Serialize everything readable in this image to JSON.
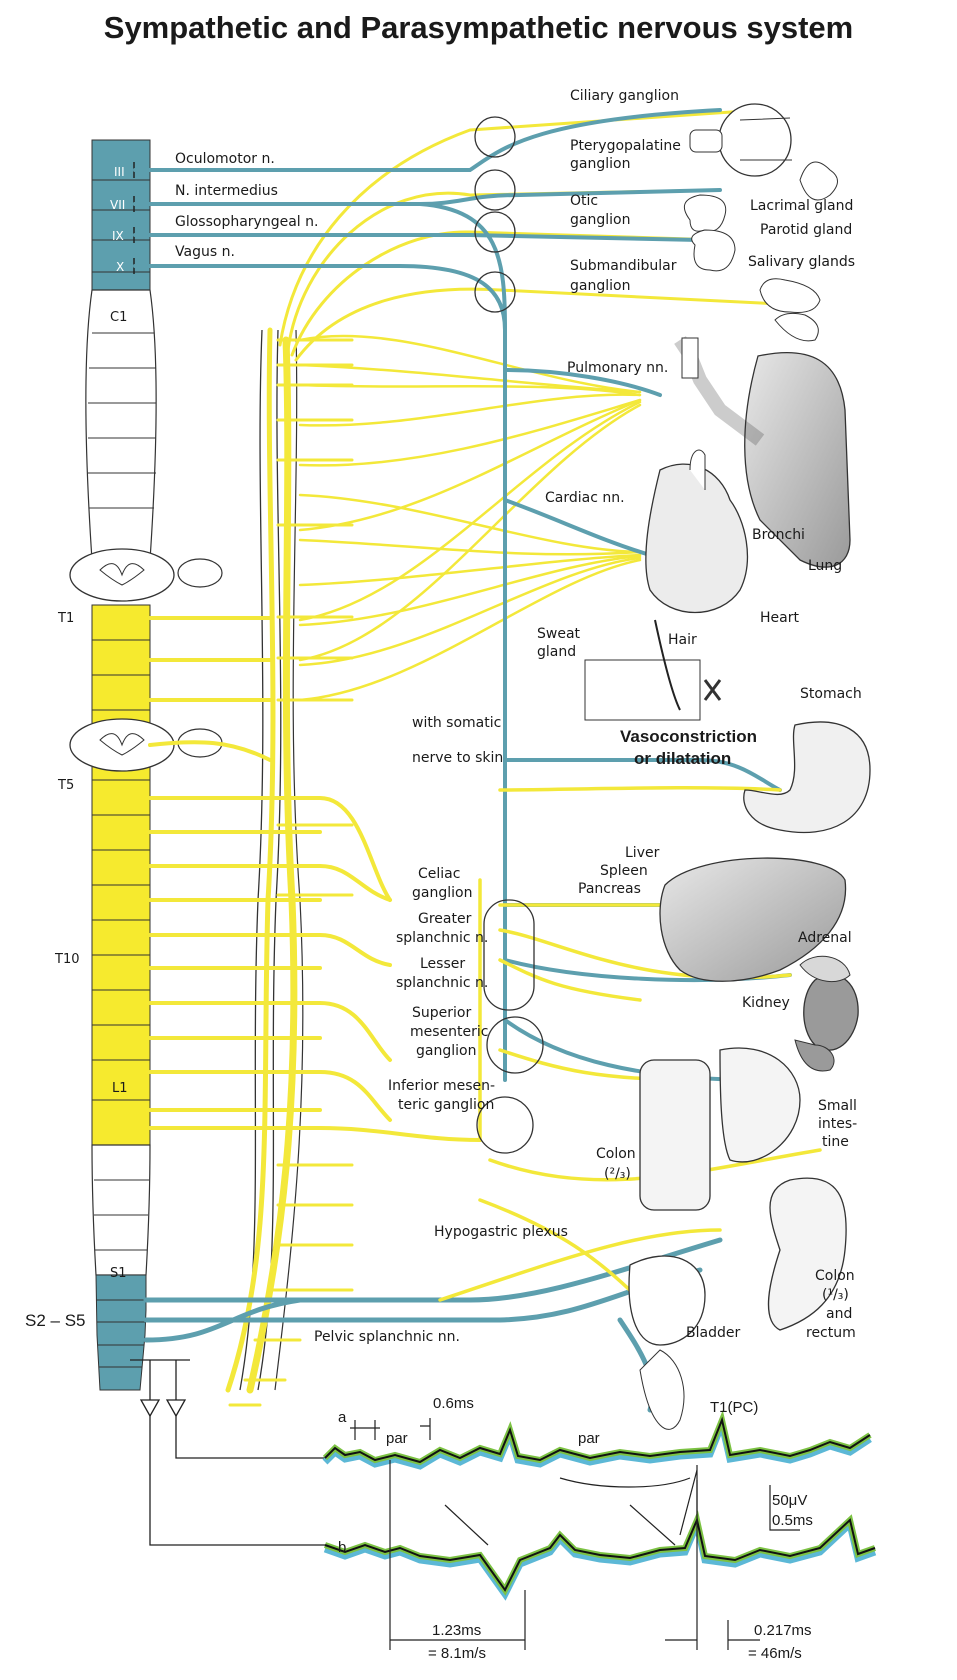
{
  "title": "Sympathetic and Parasympathetic nervous system",
  "colors": {
    "sympathetic": "#f3e83a",
    "parasympathetic": "#5d9fae",
    "organ": "#bfbfbf",
    "trace_green": "#7cc243",
    "trace_blue": "#5cb8d6"
  },
  "spinal_segments": {
    "cranial": [
      "III",
      "VII",
      "IX",
      "X"
    ],
    "labels": {
      "c1": "C1",
      "t1": "T1",
      "t5": "T5",
      "t10": "T10",
      "l1": "L1",
      "s1": "S1",
      "s2s5": "S2 – S5"
    }
  },
  "cranial_nerves": {
    "oculomotor": "Oculomotor n.",
    "intermedius": "N. intermedius",
    "glossopharyngeal": "Glossopharyngeal n.",
    "vagus": "Vagus n."
  },
  "ganglia": {
    "ciliary": "Ciliary ganglion",
    "pterygopalatine_1": "Pterygopalatine",
    "pterygopalatine_2": "ganglion",
    "otic_1": "Otic",
    "otic_2": "ganglion",
    "submandibular_1": "Submandibular",
    "submandibular_2": "ganglion",
    "celiac_1": "Celiac",
    "celiac_2": "ganglion",
    "greater_1": "Greater",
    "greater_2": "splanchnic n.",
    "lesser_1": "Lesser",
    "lesser_2": "splanchnic n.",
    "sup_mes_1": "Superior",
    "sup_mes_2": "mesenteric",
    "sup_mes_3": "ganglion",
    "inf_mes_1": "Inferior mesen-",
    "inf_mes_2": "teric ganglion",
    "hypogastric": "Hypogastric plexus",
    "pelvic": "Pelvic splanchnic nn."
  },
  "organs": {
    "lacrimal": "Lacrimal gland",
    "parotid": "Parotid gland",
    "salivary": "Salivary glands",
    "pulmonary": "Pulmonary nn.",
    "cardiac": "Cardiac nn.",
    "bronchi": "Bronchi",
    "lung": "Lung",
    "heart": "Heart",
    "sweat_1": "Sweat",
    "sweat_2": "gland",
    "hair": "Hair",
    "stomach": "Stomach",
    "somatic_1": "with somatic",
    "somatic_2": "nerve to skin",
    "vaso_1": "Vasoconstriction",
    "vaso_2": "or dilatation",
    "liver": "Liver",
    "spleen": "Spleen",
    "pancreas": "Pancreas",
    "adrenal": "Adrenal",
    "kidney": "Kidney",
    "small_1": "Small",
    "small_2": "intes-",
    "small_3": "tine",
    "colon23_1": "Colon",
    "colon23_2": "(²/₃)",
    "colon13_1": "Colon",
    "colon13_2": "(¹/₃)",
    "colon13_3": "and",
    "colon13_4": "rectum",
    "bladder": "Bladder"
  },
  "recording": {
    "a": "a",
    "b": "b",
    "t1pc": "T1(PC)",
    "par_1": "par",
    "par_2": "par",
    "t06": "0.6ms",
    "scale_v": "50μV",
    "scale_t": "0.5ms",
    "m1_t": "1.23ms",
    "m1_v": "= 8.1m/s",
    "m2_t": "0.217ms",
    "m2_v": "= 46m/s"
  }
}
